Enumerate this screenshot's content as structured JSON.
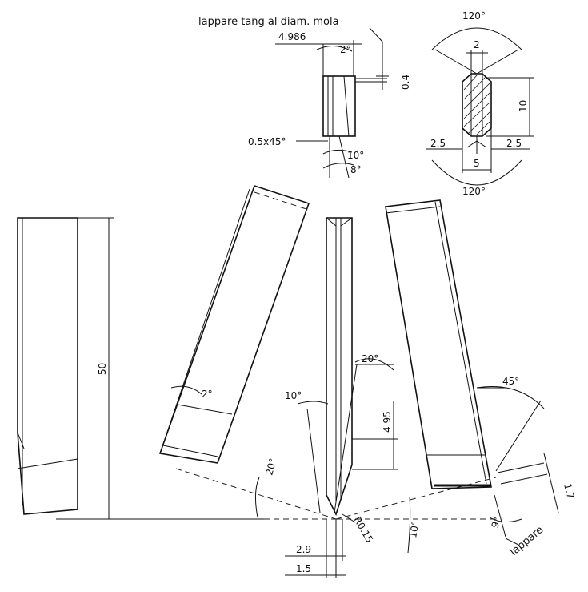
{
  "labels": {
    "lap_note": "lappare tang al diam. mola",
    "lappare": "lappare"
  },
  "dimensions": {
    "top_width": "4.986",
    "angle_top": "2°",
    "depth_04": "0.4",
    "chamfer": "0.5x45°",
    "angle_10_top": "10°",
    "angle_8": "8°",
    "angle_120_top": "120°",
    "flat_2": "2",
    "height_10": "10",
    "left_25": "2.5",
    "right_25": "2.5",
    "width_5": "5",
    "angle_120_bottom": "120°",
    "length_50": "50",
    "angle_2_side": "2°",
    "angle_20_left": "20°",
    "angle_10_mid": "10°",
    "angle_20_mid": "20°",
    "len_495": "4.95",
    "radius": "R0.15",
    "angle_10_bottom": "10°",
    "width_29": "2.9",
    "width_15": "1.5",
    "angle_45": "45°",
    "angle_9": "9°",
    "len_17": "1.7"
  }
}
